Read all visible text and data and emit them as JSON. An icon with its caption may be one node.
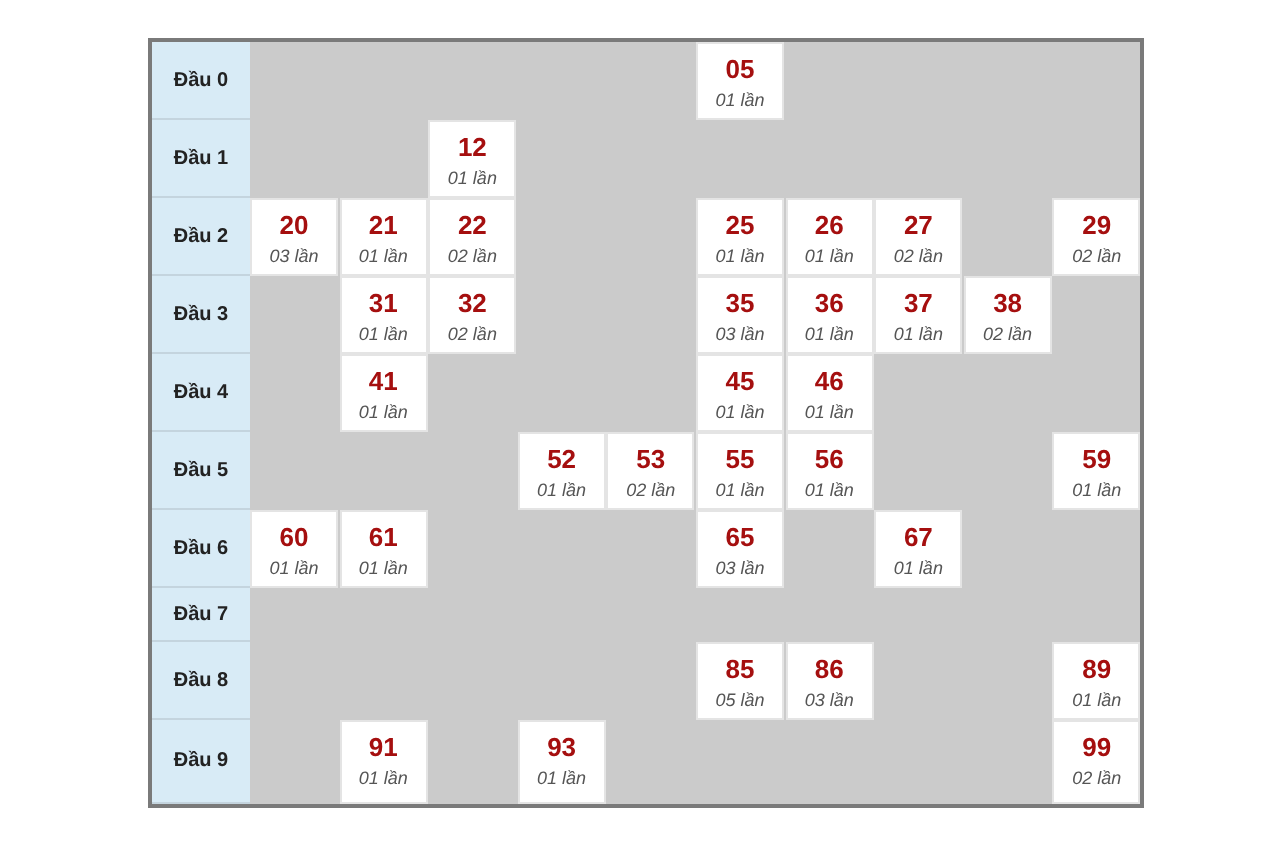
{
  "diagram": {
    "labels": [
      "Đầu 0",
      "05",
      "01 lần",
      "Đầu 1",
      "12",
      "01 lần",
      "Đầu 2",
      "20",
      "03 lần",
      "21",
      "01 lần",
      "22",
      "02 lần",
      "25",
      "01 lần",
      "26",
      "01 lần",
      "27",
      "02 lần",
      "29",
      "02 lần",
      "Đầu 3",
      "31",
      "01 lần",
      "32",
      "02 lần",
      "35",
      "03 lần",
      "36",
      "01 lần",
      "37",
      "01 lần",
      "38",
      "02 lần",
      "Đầu 4",
      "41",
      "01 lần",
      "45",
      "01 lần",
      "46",
      "01 lần",
      "Đầu 5",
      "52",
      "01 lần",
      "53",
      "02 lần",
      "55",
      "01 lần",
      "56",
      "01 lần",
      "59",
      "01 lần",
      "Đầu 6",
      "60",
      "01 lần",
      "61",
      "01 lần",
      "65",
      "03 lần",
      "67",
      "01 lần",
      "Đầu 7",
      "Đầu 8",
      "85",
      "05 lần",
      "86",
      "03 lần",
      "89",
      "01 lần",
      "Đầu 9",
      "91",
      "01 lần",
      "93",
      "01 lần",
      "99",
      "02 lần"
    ]
  }
}
